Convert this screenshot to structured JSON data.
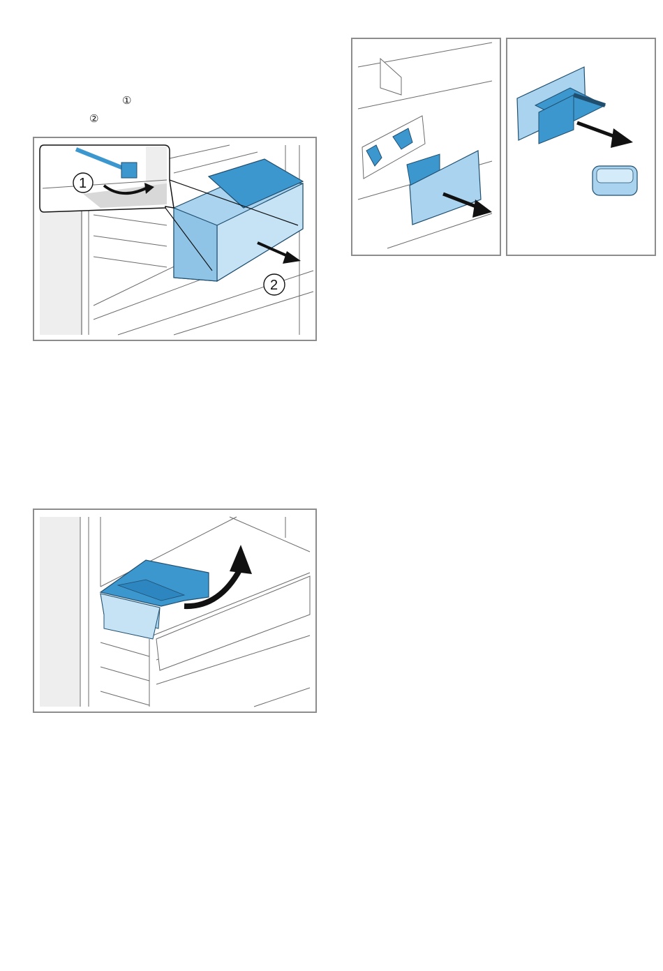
{
  "text_markers": {
    "marker_1": "①",
    "marker_2": "②"
  },
  "figures": {
    "drawer_removal": {
      "callout_1": "1",
      "callout_2": "2"
    }
  },
  "colors": {
    "accent_blue": "#3d97cf",
    "light_blue": "#a9d3ee",
    "frame_grey": "#8c8c8c",
    "line_grey": "#6b6b6b",
    "arrow_black": "#111111"
  }
}
